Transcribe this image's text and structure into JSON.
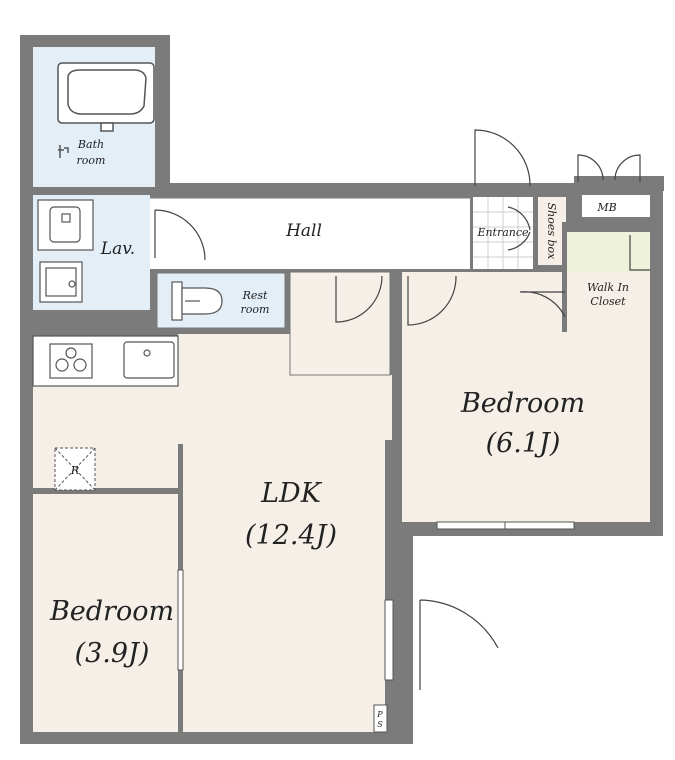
{
  "colors": {
    "wall": "#7b7b7b",
    "floor": "#f5efe8",
    "wet": "#e3eef7",
    "closet": "#eef2da",
    "hall": "#ffffff",
    "line": "#555555"
  },
  "rooms": {
    "bath": {
      "line1": "Bath",
      "line2": "room"
    },
    "lav": {
      "label": "Lav."
    },
    "hall": {
      "label": "Hall"
    },
    "restroom": {
      "line1": "Rest",
      "line2": "room"
    },
    "entrance": {
      "label": "Entrance"
    },
    "shoes_box": {
      "label": "Shoes box"
    },
    "mb": {
      "label": "MB"
    },
    "walk_in_closet": {
      "line1": "Walk In",
      "line2": "Closet"
    },
    "bedroom_right": {
      "name": "Bedroom",
      "size": "(6.1J)"
    },
    "ldk": {
      "name": "LDK",
      "size": "(12.4J)"
    },
    "bedroom_left": {
      "name": "Bedroom",
      "size": "(3.9J)"
    },
    "refrigerator": {
      "label": "R"
    },
    "pipe_space": {
      "line1": "P",
      "line2": "S"
    }
  }
}
